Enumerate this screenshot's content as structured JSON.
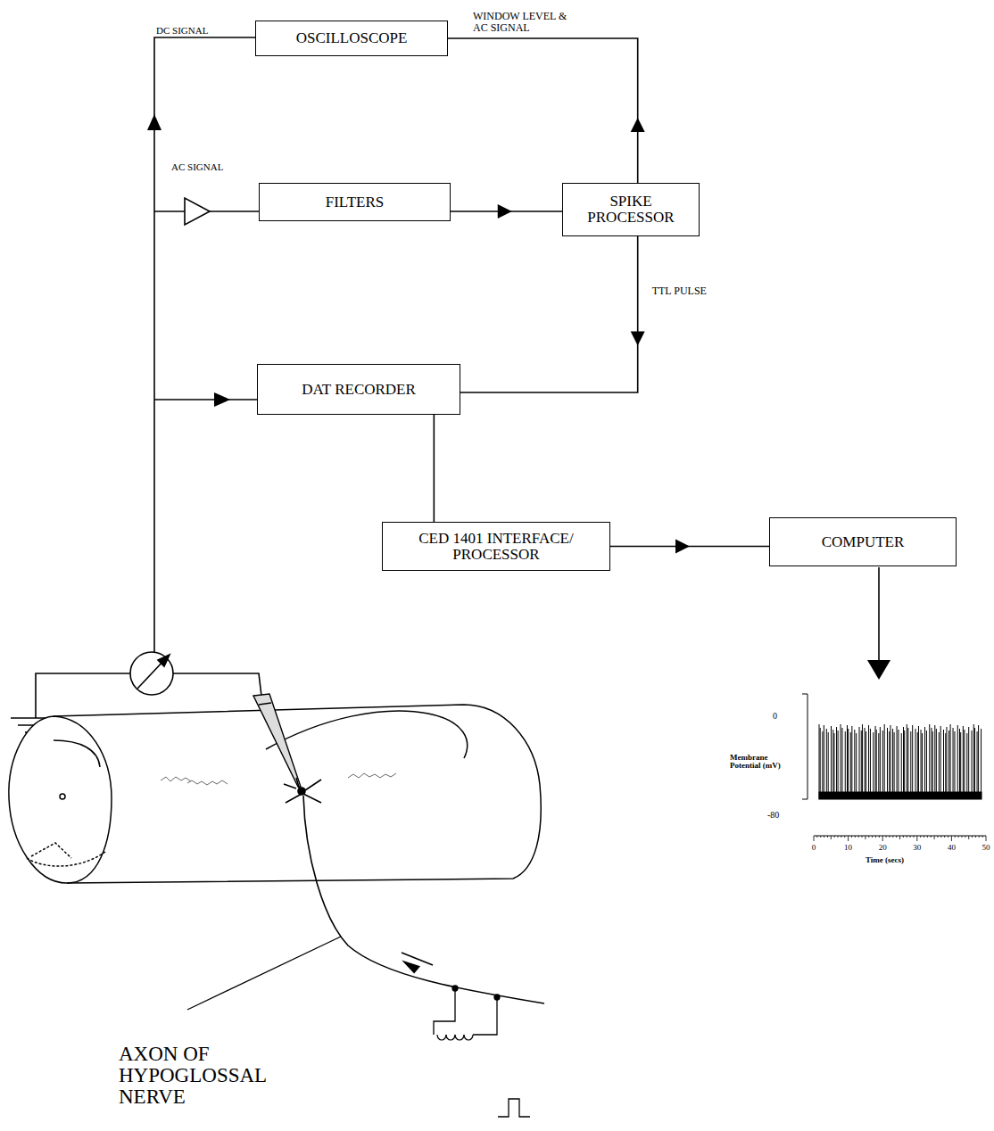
{
  "diagram": {
    "nodes": [
      {
        "text": [
          "OSCILLOSCOPE"
        ]
      },
      {
        "text": [
          "FILTERS"
        ]
      },
      {
        "text": [
          "SPIKE PROCESSOR"
        ]
      },
      {
        "text": [
          "DAT RECORDER"
        ]
      },
      {
        "text": [
          "CED 1401 INTERFACE/ PROCESSOR"
        ]
      },
      {
        "text": [
          "COMPUTER"
        ]
      }
    ],
    "edges": [
      {
        "from": 1,
        "to": 2,
        "arrow": "to"
      },
      {
        "from": 2,
        "to": 0,
        "label": "WINDOW LEVEL & AC SIGNAL",
        "arrow": "to"
      },
      {
        "from": 2,
        "to": 3,
        "label": "TTL PULSE",
        "arrow": "to"
      },
      {
        "from": 3,
        "to": 4,
        "arrow": "none"
      },
      {
        "from": 4,
        "to": 5,
        "arrow": "to"
      }
    ],
    "labels": [
      "DC SIGNAL",
      "AC SIGNAL",
      "0",
      "Membrane Potential (mV)",
      "-80",
      "0",
      "10",
      "20",
      "30",
      "40",
      "50",
      "Time (secs)",
      "AXON OF HYPOGLOSSAL NERVE"
    ]
  }
}
